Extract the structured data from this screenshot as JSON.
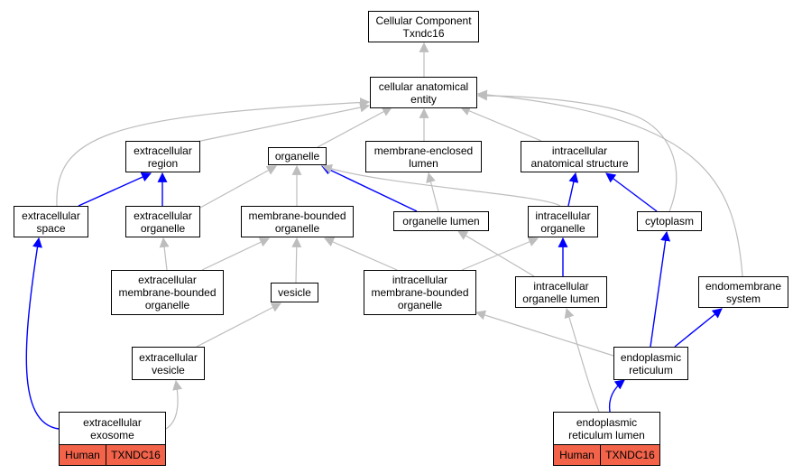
{
  "colors": {
    "is_a": "#bdbdbd",
    "part_of": "#0000ff",
    "annotation_fill": "#f2634a"
  },
  "nodes": {
    "root": [
      "Cellular Component",
      "Txndc16"
    ],
    "cae": [
      "cellular anatomical",
      "entity"
    ],
    "exr": [
      "extracellular",
      "region"
    ],
    "org": [
      "organelle"
    ],
    "mel": [
      "membrane-enclosed",
      "lumen"
    ],
    "ias": [
      "intracellular",
      "anatomical structure"
    ],
    "exs": [
      "extracellular",
      "space"
    ],
    "exo": [
      "extracellular",
      "organelle"
    ],
    "mbo": [
      "membrane-bounded",
      "organelle"
    ],
    "orl": [
      "organelle lumen"
    ],
    "ino": [
      "intracellular",
      "organelle"
    ],
    "cyt": [
      "cytoplasm"
    ],
    "embo": [
      "extracellular",
      "membrane-bounded",
      "organelle"
    ],
    "ves": [
      "vesicle"
    ],
    "imbo": [
      "intracellular",
      "membrane-bounded",
      "organelle"
    ],
    "iol": [
      "intracellular",
      "organelle lumen"
    ],
    "ems": [
      "endomembrane",
      "system"
    ],
    "exv": [
      "extracellular",
      "vesicle"
    ],
    "er": [
      "endoplasmic",
      "reticulum"
    ],
    "exsome": [
      "extracellular",
      "exosome"
    ],
    "erl": [
      "endoplasmic",
      "reticulum lumen"
    ]
  },
  "annotations": {
    "exsome": {
      "species": "Human",
      "gene": "TXNDC16"
    },
    "erl": {
      "species": "Human",
      "gene": "TXNDC16"
    }
  }
}
